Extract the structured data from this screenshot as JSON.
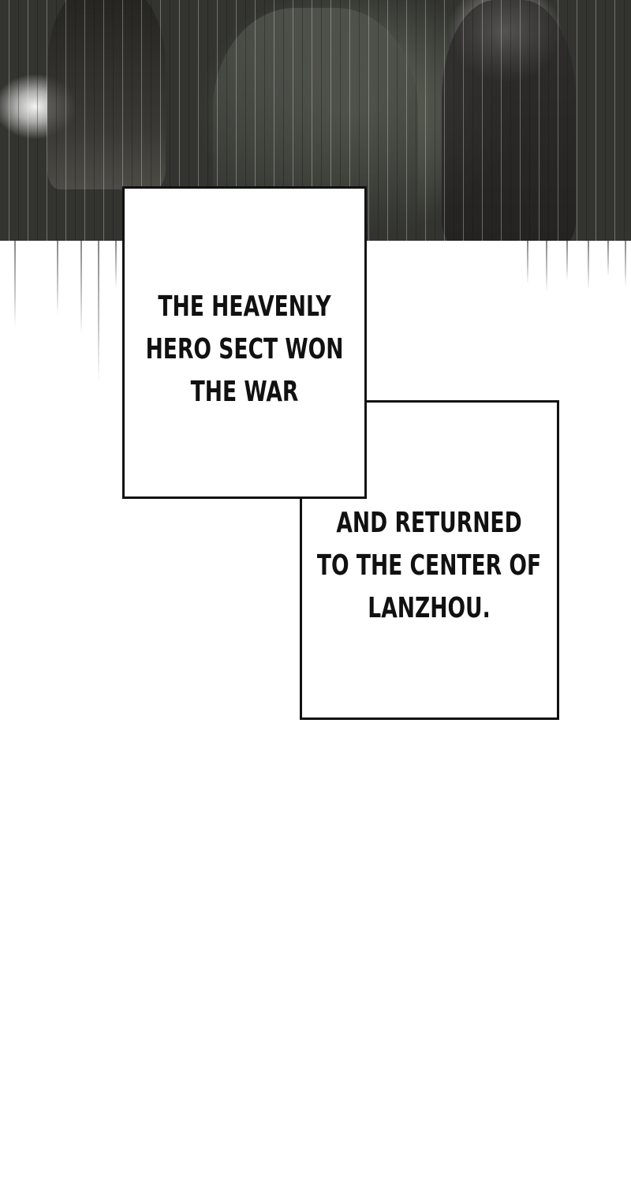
{
  "panel": {
    "art_icon": "dark-scene-illustration"
  },
  "captions": {
    "first": {
      "lines": [
        "THE HEAVENLY",
        "HERO SECT WON",
        "THE WAR"
      ]
    },
    "second": {
      "lines": [
        "AND RETURNED",
        "TO THE CENTER OF",
        "LANZHOU."
      ]
    }
  },
  "colors": {
    "border": "#111111",
    "background": "#ffffff",
    "text": "#111111"
  }
}
